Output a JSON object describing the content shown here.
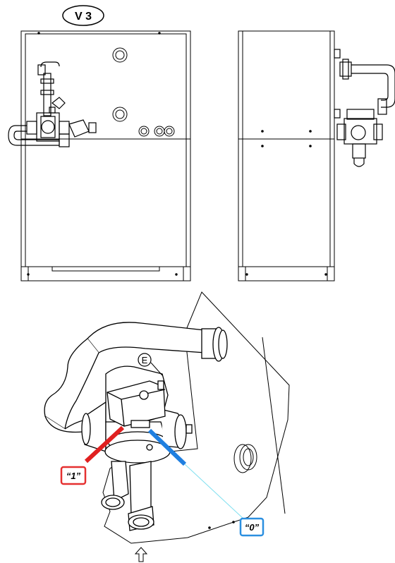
{
  "title_badge": "V 3",
  "detail_marker": "E",
  "position_labels": {
    "one": "“1”",
    "zero": "“0”"
  },
  "flow_arrow_icon": "up-arrow-icon",
  "colors": {
    "line": "#000000",
    "one_box": "#e53030",
    "one_pointer": "#e02020",
    "zero_box": "#2b8fe0",
    "zero_pointer": "#1f7fe0",
    "leader": "#7fe0f0"
  }
}
